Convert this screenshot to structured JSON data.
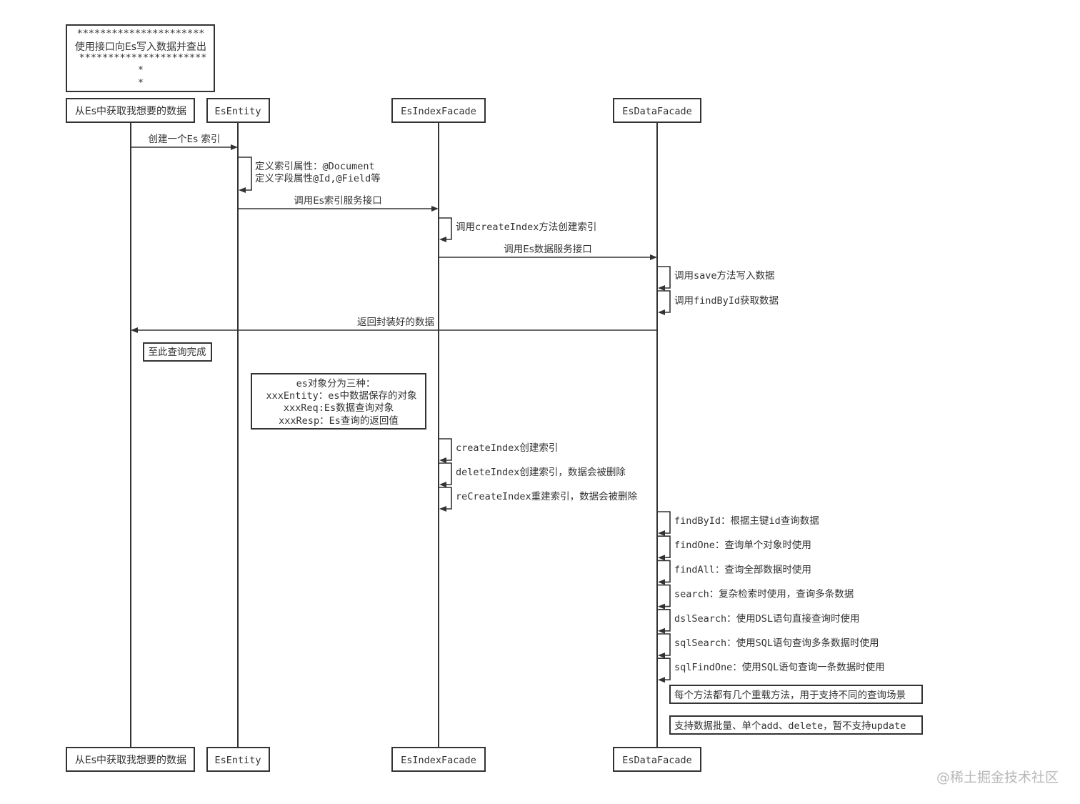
{
  "title_note": {
    "lines": [
      "**********************",
      "使用接口向Es写入数据并查出",
      "**********************",
      "*",
      "*"
    ]
  },
  "participants": [
    {
      "id": "client",
      "label": "从Es中获取我想要的数据"
    },
    {
      "id": "entity",
      "label": "EsEntity"
    },
    {
      "id": "index",
      "label": "EsIndexFacade"
    },
    {
      "id": "data",
      "label": "EsDataFacade"
    }
  ],
  "messages": [
    {
      "type": "call",
      "from": "client",
      "to": "entity",
      "lines": [
        "创建一个Es 索引"
      ]
    },
    {
      "type": "self",
      "on": "entity",
      "lines": [
        "定义索引属性：@Document",
        "定义字段属性@Id,@Field等"
      ]
    },
    {
      "type": "call",
      "from": "entity",
      "to": "index",
      "lines": [
        "调用Es索引服务接口"
      ]
    },
    {
      "type": "self",
      "on": "index",
      "lines": [
        "调用createIndex方法创建索引"
      ]
    },
    {
      "type": "call",
      "from": "index",
      "to": "data",
      "lines": [
        "调用Es数据服务接口"
      ]
    },
    {
      "type": "self",
      "on": "data",
      "lines": [
        "调用save方法写入数据"
      ]
    },
    {
      "type": "self",
      "on": "data",
      "lines": [
        "调用findById获取数据"
      ]
    },
    {
      "type": "return",
      "from": "data",
      "to": "client",
      "lines": [
        "返回封装好的数据"
      ]
    }
  ],
  "notes": [
    {
      "id": "done",
      "lines": [
        "至此查询完成"
      ]
    },
    {
      "id": "objects",
      "lines": [
        "es对象分为三种：",
        "xxxEntity：es中数据保存的对象",
        "xxxReq:Es数据查询对象",
        "xxxResp：Es查询的返回值"
      ]
    },
    {
      "id": "overload",
      "lines": [
        "每个方法都有几个重载方法，用于支持不同的查询场景"
      ]
    },
    {
      "id": "batch",
      "lines": [
        "支持数据批量、单个add、delete，暂不支持update"
      ]
    }
  ],
  "index_methods": [
    "createIndex创建索引",
    "deleteIndex创建索引，数据会被删除",
    "reCreateIndex重建索引，数据会被删除"
  ],
  "data_methods": [
    "findById：根据主键id查询数据",
    "findOne：查询单个对象时使用",
    "findAll：查询全部数据时使用",
    "search：复杂检索时使用，查询多条数据",
    "dslSearch：使用DSL语句直接查询时使用",
    "sqlSearch：使用SQL语句查询多条数据时使用",
    "sqlFindOne：使用SQL语句查询一条数据时使用"
  ],
  "watermark": "@稀土掘金技术社区",
  "colors": {
    "line": "#333333",
    "background": "#ffffff",
    "watermark": "#b8b8b8"
  }
}
